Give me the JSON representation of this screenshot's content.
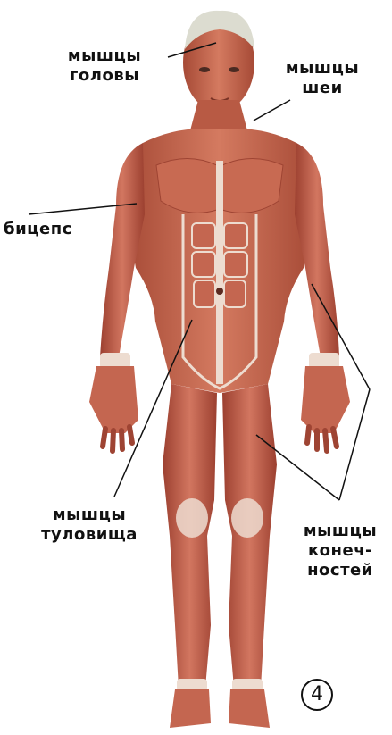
{
  "labels": {
    "head_muscles": [
      "мышцы",
      "головы"
    ],
    "neck_muscles": [
      "мышцы",
      "шеи"
    ],
    "biceps": "бицепс",
    "trunk_muscles": [
      "мышцы",
      "туловища"
    ],
    "limb_muscles": [
      "мышцы",
      "конеч-",
      "ностей"
    ]
  },
  "page_number": "4",
  "colors": {
    "muscle": "#c8674f",
    "muscle_dark": "#9e4433",
    "tendon": "#eddcd0",
    "skull": "#dcdcd0",
    "line": "#111111"
  }
}
